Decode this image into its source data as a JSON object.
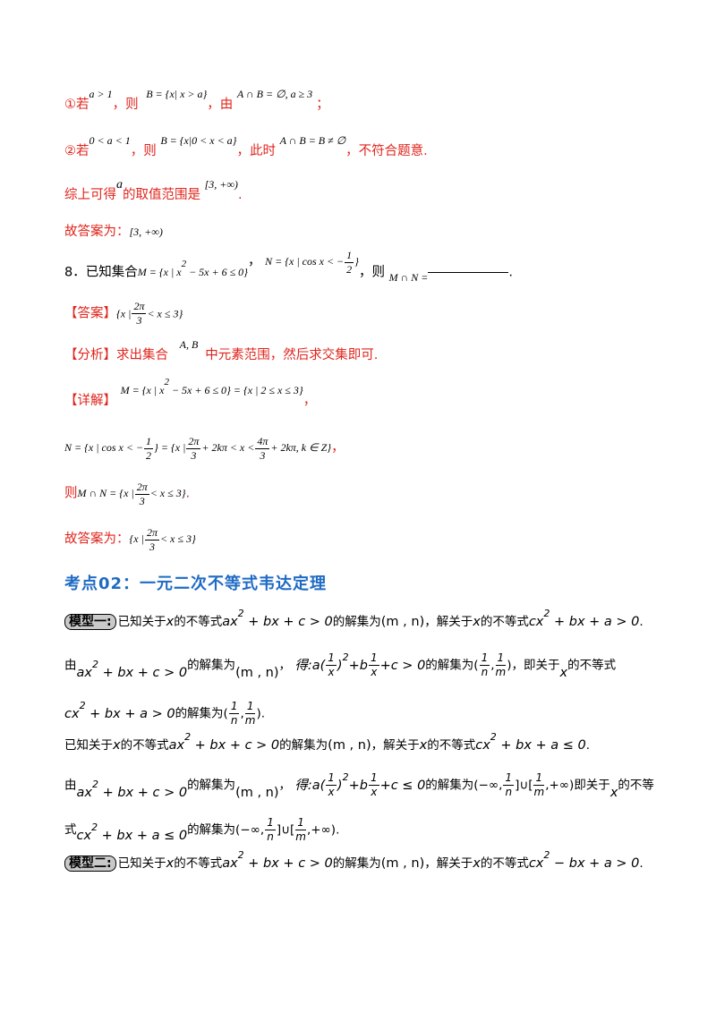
{
  "p1": {
    "pre": "①若",
    "cond": "a > 1",
    "comma": "，则",
    "setB": "B = {x| x > a}",
    "mid": "，由",
    "res": "A ∩ B = ∅, a ≥ 3",
    "end": "；"
  },
  "p2": {
    "pre": "②若",
    "cond": "0 < a < 1",
    "comma": "，则",
    "setB": "B = {x|0 < x < a}",
    "mid": "，此时",
    "res": "A ∩ B = B ≠ ∅",
    "end": "，不符合题意."
  },
  "p3": {
    "pre": "综上可得",
    "var": "a",
    "mid": "的取值范围是",
    "range": "[3, +∞)",
    "end": "."
  },
  "p4": {
    "pre": "故答案为：",
    "range": "[3, +∞)"
  },
  "q8": {
    "num": "8．已知集合",
    "M": "M = {x | x",
    "M2": "2",
    "M3": " − 5x + 6 ≤ 0}",
    "sep": "，",
    "N1": "N = {x | cos x < −",
    "fn": "1",
    "fd": "2",
    "N2": "}",
    "then": "，则",
    "inter": "M ∩ N =",
    "end": "."
  },
  "ans": {
    "tag": "【答案】",
    "a1": "{x |",
    "fn": "2π",
    "fd": "3",
    "a2": "< x ≤ 3}"
  },
  "analysis": {
    "tag": "【分析】",
    "t1": "求出集合",
    "sets": "A, B",
    "t2": "中元素范围，然后求交集即可."
  },
  "detail": {
    "tag": "【详解】",
    "m1": "M = {x | x",
    "m2": "2",
    "m3": " − 5x + 6 ≤ 0} = {x | 2 ≤ x ≤ 3}",
    "end": "，"
  },
  "nline": {
    "n1": "N = {x | cos x < −",
    "f1n": "1",
    "f1d": "2",
    "n2": "} = {x |",
    "f2n": "2π",
    "f2d": "3",
    "n3": "+ 2kπ < x <",
    "f3n": "4π",
    "f3d": "3",
    "n4": "+ 2kπ, k ∈ Z}",
    "end": "，"
  },
  "then": {
    "pre": "则",
    "e1": "M ∩ N = {x |",
    "fn": "2π",
    "fd": "3",
    "e2": "< x ≤ 3}",
    "end": "."
  },
  "final": {
    "pre": "故答案为：",
    "e1": "{x |",
    "fn": "2π",
    "fd": "3",
    "e2": "< x ≤ 3}"
  },
  "heading": "考点02：一元二次不等式韦达定理",
  "model1": {
    "badge": "模型一:",
    "t1": "已知关于",
    "x": "x",
    "t2": "的不等式",
    "ineq": "ax",
    "sq": "2",
    "ineq2": " + bx + c > 0",
    "t3": "的解集为",
    "sol": "(m , n)",
    "t4": "，解关于",
    "t5": "的不等式",
    "ineq3": "cx",
    "ineq4": " + bx + a > 0",
    "end": "."
  },
  "l1": {
    "pre": "由",
    "ineq": "ax",
    "sq": "2",
    "ineq2": " + bx + c > 0",
    "t1": "的解集为",
    "sol": "(m , n)",
    "t2": "，",
    "de": "得:a(",
    "fn": "1",
    "fd": "x",
    "de2": ")",
    "de3": "+b",
    "de4": "+c > 0",
    "t3": "的解集为(",
    "p1n": "1",
    "p1d": "n",
    "comma": ",",
    "p2n": "1",
    "p2d": "m",
    "close": ")",
    "t4": "，即关于",
    "x": "x",
    "t5": "的不等式"
  },
  "l2": {
    "ineq": "cx",
    "sq": "2",
    "ineq2": " + bx + a > 0",
    "t1": "的解集为(",
    "p1n": "1",
    "p1d": "n",
    "comma": ",",
    "p2n": "1",
    "p2d": "m",
    "close": ")",
    "end": "."
  },
  "l3": {
    "t1": "已知关于",
    "x": "x",
    "t2": "的不等式",
    "ineq": "ax",
    "sq": "2",
    "ineq2": " + bx + c > 0",
    "t3": "的解集为",
    "sol": "(m , n)",
    "t4": "，解关于",
    "t5": "的不等式",
    "ineq3": "cx",
    "ineq4": " + bx + a ≤ 0",
    "end": "."
  },
  "l4": {
    "pre": "由",
    "ineq": "ax",
    "sq": "2",
    "ineq2": " + bx + c > 0",
    "t1": "的解集为",
    "sol": "(m , n)",
    "t2": "，",
    "de": "得:a(",
    "fn": "1",
    "fd": "x",
    "de2": ")",
    "de3": "+b",
    "de4": "+c ≤ 0",
    "t3": "的解集为(−∞,",
    "p1n": "1",
    "p1d": "n",
    "mid": "]∪[",
    "p2n": "1",
    "p2d": "m",
    "close": ",+∞)",
    "t4": "即关于",
    "x": "x",
    "t5": "的不等"
  },
  "l5": {
    "pre": "式",
    "ineq": "cx",
    "sq": "2",
    "ineq2": " + bx + a ≤ 0",
    "t1": "的解集为(−∞,",
    "p1n": "1",
    "p1d": "n",
    "mid": "]∪[",
    "p2n": "1",
    "p2d": "m",
    "close": ",+∞)",
    "end": "."
  },
  "model2": {
    "badge": "模型二:",
    "t1": "已知关于",
    "x": "x",
    "t2": "的不等式",
    "ineq": "ax",
    "sq": "2",
    "ineq2": " + bx + c > 0",
    "t3": "的解集为",
    "sol": "(m , n)",
    "t4": "，解关于",
    "t5": "的不等式",
    "ineq3": "cx",
    "ineq4": " − bx + a > 0",
    "end": "."
  }
}
